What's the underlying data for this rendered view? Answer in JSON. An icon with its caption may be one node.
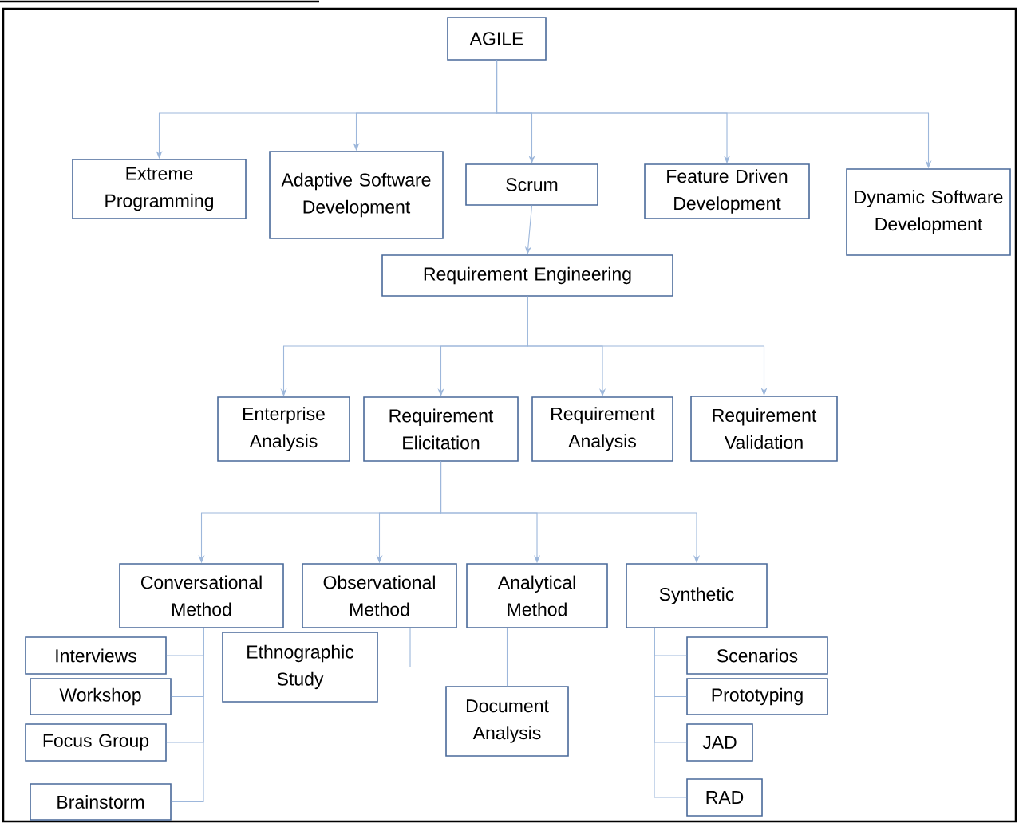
{
  "diagram": {
    "nodes": [
      {
        "text": [
          "AGILE"
        ]
      },
      {
        "text": [
          "Extreme Programming"
        ]
      },
      {
        "text": [
          "Adaptive Software Development"
        ]
      },
      {
        "text": [
          "Scrum"
        ]
      },
      {
        "text": [
          "Feature Driven Development"
        ]
      },
      {
        "text": [
          "Dynamic Software Development"
        ]
      },
      {
        "text": [
          "Requirement Engineering"
        ]
      },
      {
        "text": [
          "Enterprise Analysis"
        ]
      },
      {
        "text": [
          "Requirement Elicitation"
        ]
      },
      {
        "text": [
          "Requirement Analysis"
        ]
      },
      {
        "text": [
          "Requirement Validation"
        ]
      },
      {
        "text": [
          "Conversational Method"
        ]
      },
      {
        "text": [
          "Observational Method"
        ]
      },
      {
        "text": [
          "Analytical Method"
        ]
      },
      {
        "text": [
          "Synthetic"
        ]
      },
      {
        "text": [
          "Interviews"
        ]
      },
      {
        "text": [
          "Workshop"
        ]
      },
      {
        "text": [
          "Focus Group"
        ]
      },
      {
        "text": [
          "Brainstorm"
        ]
      },
      {
        "text": [
          "Ethnographic Study"
        ]
      },
      {
        "text": [
          "Document Analysis"
        ]
      },
      {
        "text": [
          "Scenarios"
        ]
      },
      {
        "text": [
          "Prototyping"
        ]
      },
      {
        "text": [
          "JAD"
        ]
      },
      {
        "text": [
          "RAD"
        ]
      }
    ],
    "edges": [
      {
        "from": 0,
        "to": 1,
        "arrow": "to"
      },
      {
        "from": 0,
        "to": 2,
        "arrow": "to"
      },
      {
        "from": 0,
        "to": 3,
        "arrow": "to"
      },
      {
        "from": 0,
        "to": 4,
        "arrow": "to"
      },
      {
        "from": 0,
        "to": 5,
        "arrow": "to"
      },
      {
        "from": 3,
        "to": 6,
        "arrow": "to"
      },
      {
        "from": 6,
        "to": 7,
        "arrow": "to"
      },
      {
        "from": 6,
        "to": 8,
        "arrow": "to"
      },
      {
        "from": 6,
        "to": 9,
        "arrow": "to"
      },
      {
        "from": 6,
        "to": 10,
        "arrow": "to"
      },
      {
        "from": 8,
        "to": 11,
        "arrow": "to"
      },
      {
        "from": 8,
        "to": 12,
        "arrow": "to"
      },
      {
        "from": 8,
        "to": 13,
        "arrow": "to"
      },
      {
        "from": 8,
        "to": 14,
        "arrow": "to"
      },
      {
        "from": 11,
        "to": 15,
        "arrow": "none"
      },
      {
        "from": 11,
        "to": 16,
        "arrow": "none"
      },
      {
        "from": 11,
        "to": 17,
        "arrow": "none"
      },
      {
        "from": 11,
        "to": 18,
        "arrow": "none"
      },
      {
        "from": 12,
        "to": 19,
        "arrow": "none"
      },
      {
        "from": 13,
        "to": 20,
        "arrow": "none"
      },
      {
        "from": 14,
        "to": 21,
        "arrow": "none"
      },
      {
        "from": 14,
        "to": 22,
        "arrow": "none"
      },
      {
        "from": 14,
        "to": 23,
        "arrow": "none"
      },
      {
        "from": 14,
        "to": 24,
        "arrow": "none"
      }
    ]
  }
}
